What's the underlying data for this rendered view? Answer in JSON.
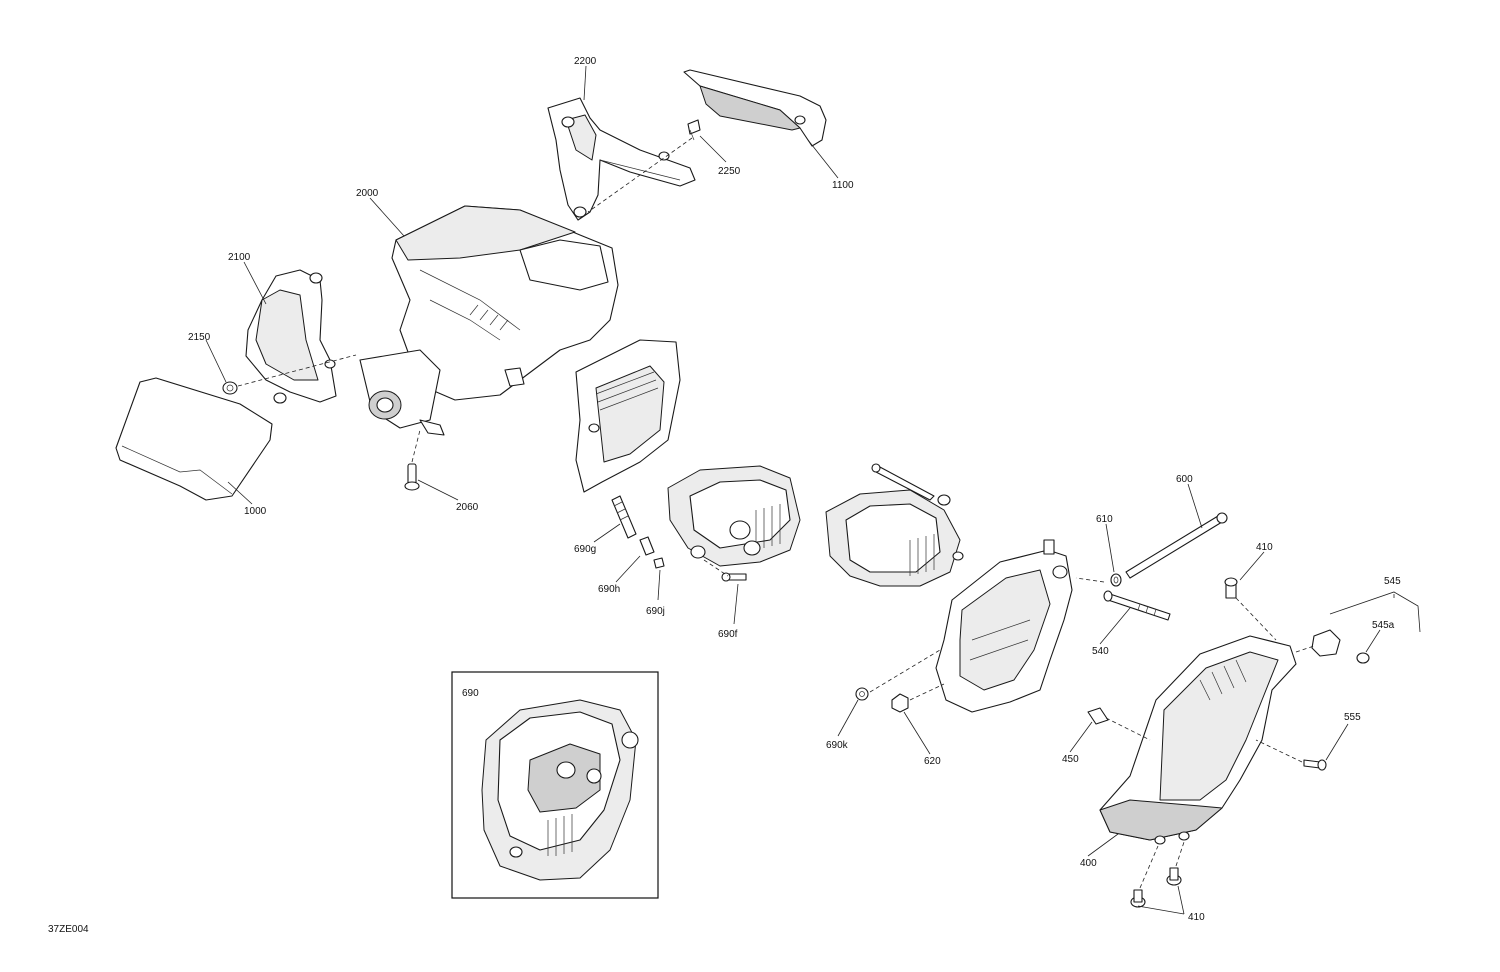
{
  "diagram_code": "37ZE004",
  "inset_label": "690",
  "callouts": {
    "c2200": "2200",
    "c2250": "2250",
    "c1100": "1100",
    "c2000": "2000",
    "c2100": "2100",
    "c2150": "2150",
    "c1000": "1000",
    "c2060": "2060",
    "c690g": "690g",
    "c690h": "690h",
    "c690j": "690j",
    "c690f": "690f",
    "c600": "600",
    "c610": "610",
    "c410a": "410",
    "c545": "545",
    "c545a": "545a",
    "c540": "540",
    "c690k": "690k",
    "c620": "620",
    "c450": "450",
    "c555": "555",
    "c400": "400",
    "c410b": "410"
  }
}
